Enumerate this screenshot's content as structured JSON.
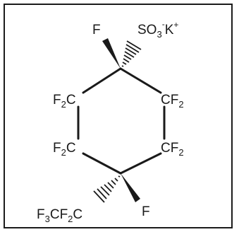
{
  "molecule": {
    "top_f": "F",
    "sulfonate": {
      "main": "SO",
      "subscript": "3",
      "superscript_minus": "-",
      "counterion": "K",
      "superscript_plus": "+"
    },
    "ring_top_right": {
      "main": "CF",
      "subscript": "2"
    },
    "ring_bottom_right": {
      "main": "CF",
      "subscript": "2"
    },
    "ring_top_left": {
      "main_a": "F",
      "subscript": "2",
      "main_b": "C"
    },
    "ring_bottom_left": {
      "main_a": "F",
      "subscript": "2",
      "main_b": "C"
    },
    "bottom_f": "F",
    "side_chain": {
      "p1": "F",
      "s1": "3",
      "p2": "CF",
      "s2": "2",
      "p3": "C"
    }
  }
}
